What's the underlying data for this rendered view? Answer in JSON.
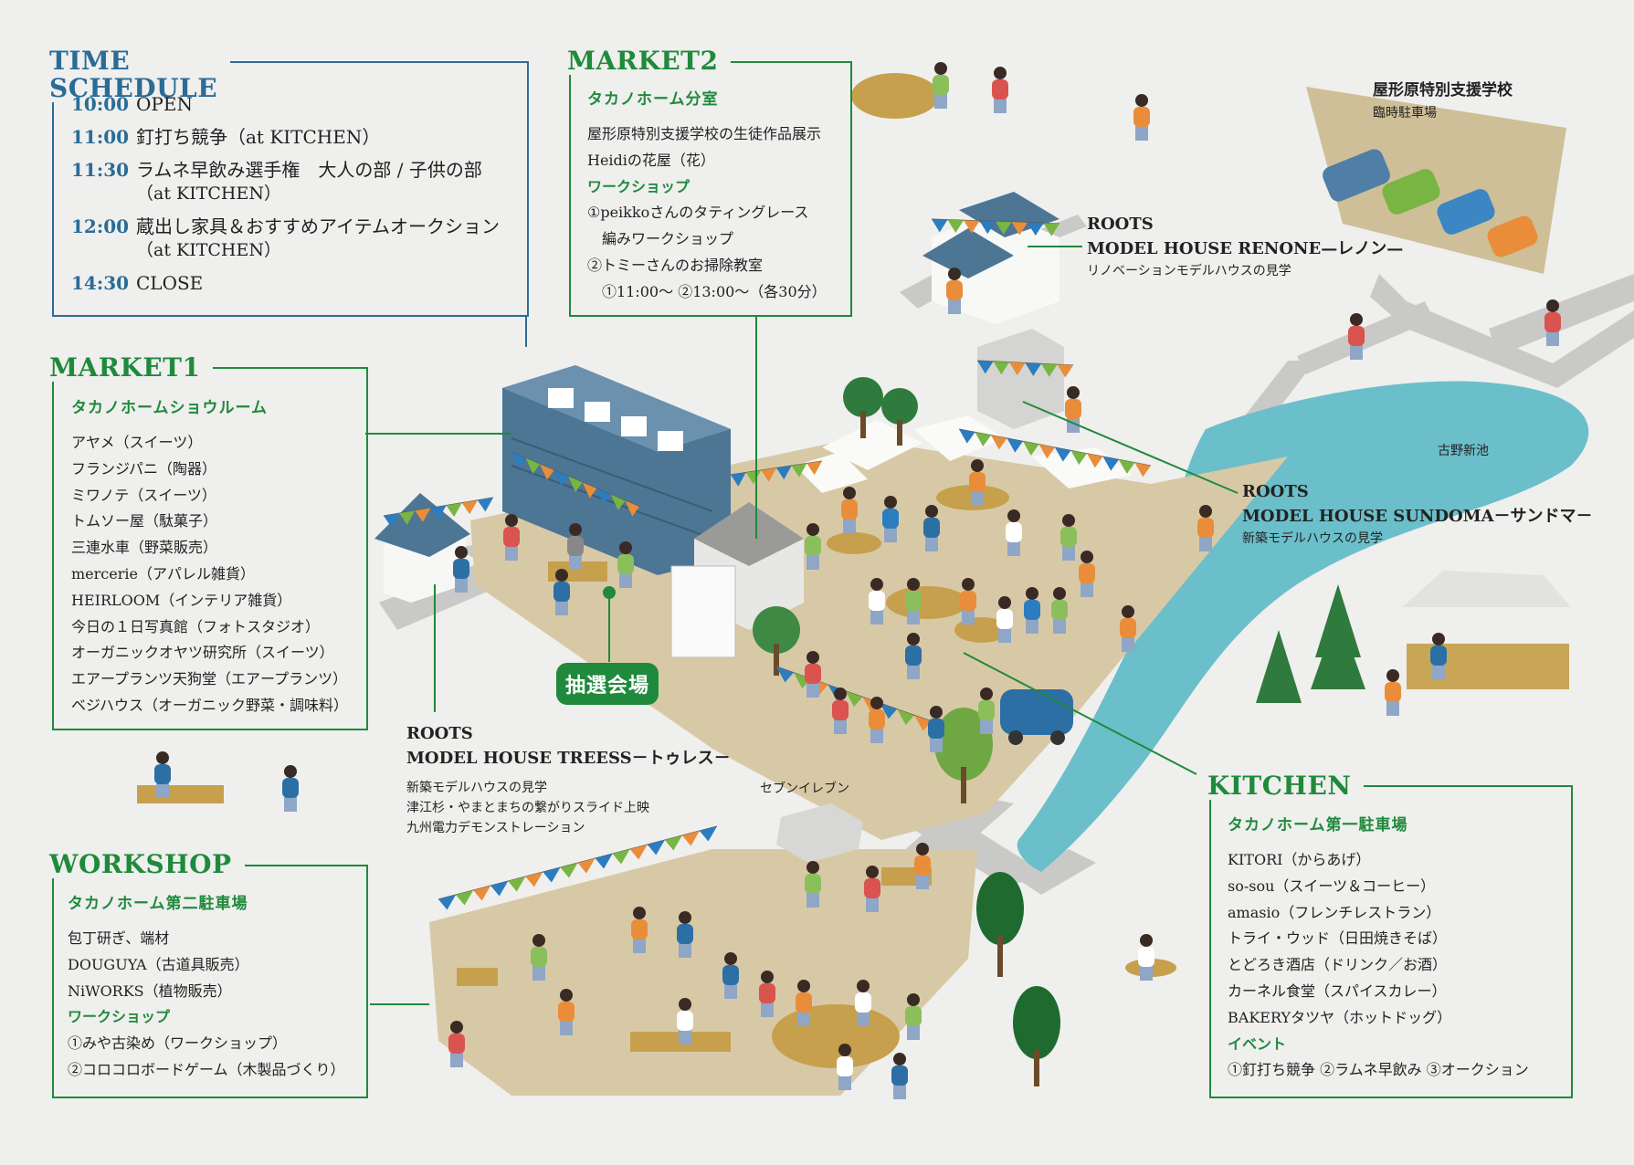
{
  "time_schedule": {
    "title": "TIME SCHEDULE",
    "items": [
      {
        "time": "10:00",
        "event": "OPEN",
        "sub": ""
      },
      {
        "time": "11:00",
        "event": "釘打ち競争（at KITCHEN）",
        "sub": ""
      },
      {
        "time": "11:30",
        "event": "ラムネ早飲み選手権　大人の部 / 子供の部",
        "sub": "（at KITCHEN）"
      },
      {
        "time": "12:00",
        "event": "蔵出し家具＆おすすめアイテムオークション",
        "sub": "（at KITCHEN）"
      },
      {
        "time": "14:30",
        "event": "CLOSE",
        "sub": ""
      }
    ]
  },
  "market2": {
    "title": "MARKET2",
    "subtitle": "タカノホーム分室",
    "items": [
      "屋形原特別支援学校の生徒作品展示",
      "Heidiの花屋（花）"
    ],
    "workshop_label": "ワークショップ",
    "workshops": [
      "①peikkoさんのタティングレース",
      "　編みワークショップ",
      "②トミーさんのお掃除教室",
      "　①11:00〜 ②13:00〜（各30分）"
    ]
  },
  "market1": {
    "title": "MARKET1",
    "subtitle": "タカノホームショウルーム",
    "items": [
      "アヤメ（スイーツ）",
      "フランジパニ（陶器）",
      "ミワノテ（スイーツ）",
      "トムソー屋（駄菓子）",
      "三連水車（野菜販売）",
      "mercerie（アパレル雑貨）",
      "HEIRLOOM（インテリア雑貨）",
      "今日の１日写真館（フォトスタジオ）",
      "オーガニックオヤツ研究所（スイーツ）",
      "エアープランツ天狗堂（エアープランツ）",
      "ベジハウス（オーガニック野菜・調味料）"
    ]
  },
  "workshop": {
    "title": "WORKSHOP",
    "subtitle": "タカノホーム第二駐車場",
    "items": [
      "包丁研ぎ、端材",
      "DOUGUYA（古道具販売）",
      "NiWORKS（植物販売）"
    ],
    "workshop_label": "ワークショップ",
    "workshops": [
      "①みや古染め（ワークショップ）",
      "②コロコロボードゲーム（木製品づくり）"
    ]
  },
  "kitchen": {
    "title": "KITCHEN",
    "subtitle": "タカノホーム第一駐車場",
    "items": [
      "KITORI（からあげ）",
      "so-sou（スイーツ＆コーヒー）",
      "amasio（フレンチレストラン）",
      "トライ・ウッド（日田焼きそば）",
      "とどろき酒店（ドリンク／お酒）",
      "カーネル食堂（スパイスカレー）",
      "BAKERYタツヤ（ホットドッグ）"
    ],
    "event_label": "イベント",
    "event": "①釘打ち競争 ②ラムネ早飲み ③オークション"
  },
  "roots_renone": {
    "line1": "ROOTS",
    "line2": "MODEL HOUSE RENONE—レノン—",
    "desc": "リノベーションモデルハウスの見学"
  },
  "roots_sundoma": {
    "line1": "ROOTS",
    "line2": "MODEL HOUSE SUNDOMA－サンドマ－",
    "desc": "新築モデルハウスの見学"
  },
  "roots_treess": {
    "line1": "ROOTS",
    "line2": "MODEL HOUSE TREESS－トゥレス－",
    "desc1": "新築モデルハウスの見学",
    "desc2": "津江杉・やまとまちの繋がりスライド上映",
    "desc3": "九州電力デモンストレーション"
  },
  "school": {
    "name": "屋形原特別支援学校",
    "parking": "臨時駐車場"
  },
  "pond": "古野新池",
  "seven": "セブンイレブン",
  "lottery": "抽選会場",
  "colors": {
    "blue": "#2a6c97",
    "green": "#1f8a3c",
    "ground": "#d8c9a6",
    "road": "#c9c9c7",
    "water": "#6bbfca"
  }
}
